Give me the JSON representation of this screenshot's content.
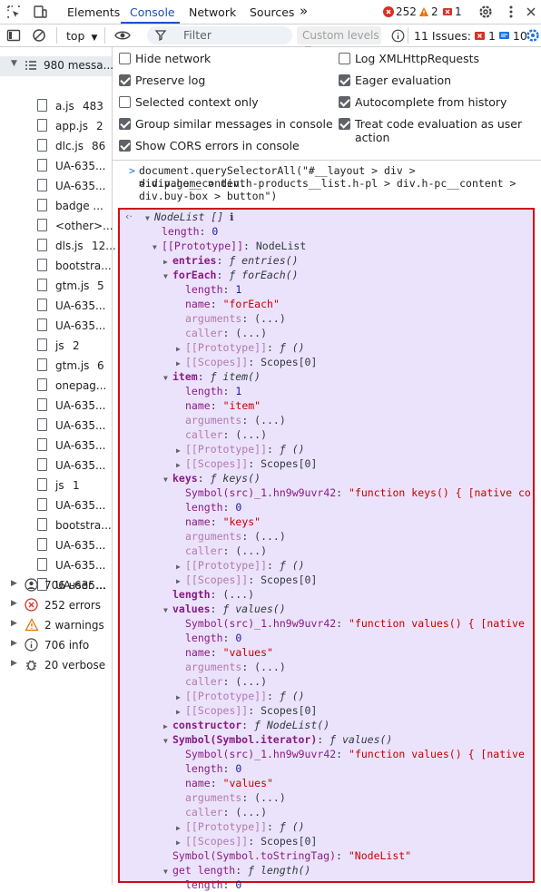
{
  "tabbar": {
    "tabs": [
      "Elements",
      "Console",
      "Network",
      "Sources"
    ],
    "more": "»",
    "errors_count": "252",
    "warnings_count": "2",
    "issues_count": "1"
  },
  "toolbar": {
    "context": "top",
    "filter_placeholder": "Filter",
    "levels": "Custom levels",
    "issues_label": "11 Issues:",
    "issue_errors": "1",
    "issue_msgs": "10"
  },
  "sidebar": {
    "root": "980 messa...",
    "files": [
      {
        "name": "a.js",
        "count": "483"
      },
      {
        "name": "app.js",
        "count": "2"
      },
      {
        "name": "dlc.js",
        "count": "86"
      },
      {
        "name": "UA-635...",
        "count": ""
      },
      {
        "name": "UA-635...",
        "count": ""
      },
      {
        "name": "badge ...",
        "count": ""
      },
      {
        "name": "<other>...",
        "count": ""
      },
      {
        "name": "dls.js",
        "count": "12..."
      },
      {
        "name": "bootstra...",
        "count": ""
      },
      {
        "name": "gtm.js",
        "count": "5"
      },
      {
        "name": "UA-635...",
        "count": ""
      },
      {
        "name": "UA-635...",
        "count": ""
      },
      {
        "name": "js",
        "count": "2"
      },
      {
        "name": "gtm.js",
        "count": "6"
      },
      {
        "name": "onepag...",
        "count": ""
      },
      {
        "name": "UA-635...",
        "count": ""
      },
      {
        "name": "UA-635...",
        "count": ""
      },
      {
        "name": "UA-635...",
        "count": ""
      },
      {
        "name": "UA-635...",
        "count": ""
      },
      {
        "name": "js",
        "count": "1"
      },
      {
        "name": "UA-635...",
        "count": ""
      },
      {
        "name": "bootstra...",
        "count": ""
      },
      {
        "name": "UA-635...",
        "count": ""
      },
      {
        "name": "UA-635...",
        "count": ""
      },
      {
        "name": "UA-635...",
        "count": ""
      }
    ],
    "groups": [
      {
        "label": "706 user ...",
        "icon": "user-icon"
      },
      {
        "label": "252 errors",
        "icon": "error-icon"
      },
      {
        "label": "2 warnings",
        "icon": "warning-icon"
      },
      {
        "label": "706 info",
        "icon": "info-icon"
      },
      {
        "label": "20 verbose",
        "icon": "bug-icon"
      }
    ]
  },
  "settings": {
    "left": [
      {
        "label": "Hide network",
        "checked": false
      },
      {
        "label": "Preserve log",
        "checked": true
      },
      {
        "label": "Selected context only",
        "checked": false
      },
      {
        "label": "Group similar messages in console",
        "checked": true
      },
      {
        "label": "Show CORS errors in console",
        "checked": true
      }
    ],
    "right": [
      {
        "label": "Log XMLHttpRequests",
        "checked": false
      },
      {
        "label": "Eager evaluation",
        "checked": true
      },
      {
        "label": "Autocomplete from history",
        "checked": true
      },
      {
        "label": "Treat code evaluation as user action",
        "checked": true
      }
    ]
  },
  "command": {
    "prompt": ">",
    "lines": [
      "document.querySelectorAll(\"#__layout > div > div.page__content",
      "> div.home > div.h-products__list.h-pl > div.h-pc__content >",
      "div.buy-box > button\")"
    ]
  },
  "result": {
    "return_arrow": "‹·",
    "lines": [
      {
        "indent": 0,
        "toggle": "open",
        "segs": [
          [
            "f",
            "NodeList [] "
          ],
          [
            "d",
            "ℹ"
          ]
        ]
      },
      {
        "indent": 1,
        "toggle": "",
        "segs": [
          [
            "k",
            "length"
          ],
          [
            "d",
            ": "
          ],
          [
            "n",
            "0"
          ]
        ]
      },
      {
        "indent": 1,
        "toggle": "open",
        "segs": [
          [
            "k",
            "[[Prototype]]"
          ],
          [
            "d",
            ": NodeList"
          ]
        ]
      },
      {
        "indent": 2,
        "toggle": "closed",
        "segs": [
          [
            "kb",
            "entries"
          ],
          [
            "d",
            ": "
          ],
          [
            "f",
            "ƒ entries()"
          ]
        ]
      },
      {
        "indent": 2,
        "toggle": "open",
        "segs": [
          [
            "kb",
            "forEach"
          ],
          [
            "d",
            ": "
          ],
          [
            "f",
            "ƒ forEach()"
          ]
        ]
      },
      {
        "indent": 3,
        "toggle": "",
        "segs": [
          [
            "k",
            "length"
          ],
          [
            "d",
            ": "
          ],
          [
            "n",
            "1"
          ]
        ]
      },
      {
        "indent": 3,
        "toggle": "",
        "segs": [
          [
            "k",
            "name"
          ],
          [
            "d",
            ": "
          ],
          [
            "s",
            "\"forEach\""
          ]
        ]
      },
      {
        "indent": 3,
        "toggle": "",
        "segs": [
          [
            "kd",
            "arguments"
          ],
          [
            "d",
            ": (...)"
          ]
        ]
      },
      {
        "indent": 3,
        "toggle": "",
        "segs": [
          [
            "kd",
            "caller"
          ],
          [
            "d",
            ": (...)"
          ]
        ]
      },
      {
        "indent": 3,
        "toggle": "closed",
        "segs": [
          [
            "kd",
            "[[Prototype]]"
          ],
          [
            "d",
            ": "
          ],
          [
            "f",
            "ƒ ()"
          ]
        ]
      },
      {
        "indent": 3,
        "toggle": "closed",
        "segs": [
          [
            "kd",
            "[[Scopes]]"
          ],
          [
            "d",
            ": Scopes[0]"
          ]
        ]
      },
      {
        "indent": 2,
        "toggle": "open",
        "segs": [
          [
            "kb",
            "item"
          ],
          [
            "d",
            ": "
          ],
          [
            "f",
            "ƒ item()"
          ]
        ]
      },
      {
        "indent": 3,
        "toggle": "",
        "segs": [
          [
            "k",
            "length"
          ],
          [
            "d",
            ": "
          ],
          [
            "n",
            "1"
          ]
        ]
      },
      {
        "indent": 3,
        "toggle": "",
        "segs": [
          [
            "k",
            "name"
          ],
          [
            "d",
            ": "
          ],
          [
            "s",
            "\"item\""
          ]
        ]
      },
      {
        "indent": 3,
        "toggle": "",
        "segs": [
          [
            "kd",
            "arguments"
          ],
          [
            "d",
            ": (...)"
          ]
        ]
      },
      {
        "indent": 3,
        "toggle": "",
        "segs": [
          [
            "kd",
            "caller"
          ],
          [
            "d",
            ": (...)"
          ]
        ]
      },
      {
        "indent": 3,
        "toggle": "closed",
        "segs": [
          [
            "kd",
            "[[Prototype]]"
          ],
          [
            "d",
            ": "
          ],
          [
            "f",
            "ƒ ()"
          ]
        ]
      },
      {
        "indent": 3,
        "toggle": "closed",
        "segs": [
          [
            "kd",
            "[[Scopes]]"
          ],
          [
            "d",
            ": Scopes[0]"
          ]
        ]
      },
      {
        "indent": 2,
        "toggle": "open",
        "segs": [
          [
            "kb",
            "keys"
          ],
          [
            "d",
            ": "
          ],
          [
            "f",
            "ƒ keys()"
          ]
        ]
      },
      {
        "indent": 3,
        "toggle": "",
        "segs": [
          [
            "k",
            "Symbol(src)_1.hn9w9uvr42"
          ],
          [
            "d",
            ": "
          ],
          [
            "s",
            "\"function keys() { [native co"
          ]
        ]
      },
      {
        "indent": 3,
        "toggle": "",
        "segs": [
          [
            "k",
            "length"
          ],
          [
            "d",
            ": "
          ],
          [
            "n",
            "0"
          ]
        ]
      },
      {
        "indent": 3,
        "toggle": "",
        "segs": [
          [
            "k",
            "name"
          ],
          [
            "d",
            ": "
          ],
          [
            "s",
            "\"keys\""
          ]
        ]
      },
      {
        "indent": 3,
        "toggle": "",
        "segs": [
          [
            "kd",
            "arguments"
          ],
          [
            "d",
            ": (...)"
          ]
        ]
      },
      {
        "indent": 3,
        "toggle": "",
        "segs": [
          [
            "kd",
            "caller"
          ],
          [
            "d",
            ": (...)"
          ]
        ]
      },
      {
        "indent": 3,
        "toggle": "closed",
        "segs": [
          [
            "kd",
            "[[Prototype]]"
          ],
          [
            "d",
            ": "
          ],
          [
            "f",
            "ƒ ()"
          ]
        ]
      },
      {
        "indent": 3,
        "toggle": "closed",
        "segs": [
          [
            "kd",
            "[[Scopes]]"
          ],
          [
            "d",
            ": Scopes[0]"
          ]
        ]
      },
      {
        "indent": 2,
        "toggle": "",
        "segs": [
          [
            "kb",
            "length"
          ],
          [
            "d",
            ": (...)"
          ]
        ]
      },
      {
        "indent": 2,
        "toggle": "open",
        "segs": [
          [
            "kb",
            "values"
          ],
          [
            "d",
            ": "
          ],
          [
            "f",
            "ƒ values()"
          ]
        ]
      },
      {
        "indent": 3,
        "toggle": "",
        "segs": [
          [
            "k",
            "Symbol(src)_1.hn9w9uvr42"
          ],
          [
            "d",
            ": "
          ],
          [
            "s",
            "\"function values() { [native"
          ]
        ]
      },
      {
        "indent": 3,
        "toggle": "",
        "segs": [
          [
            "k",
            "length"
          ],
          [
            "d",
            ": "
          ],
          [
            "n",
            "0"
          ]
        ]
      },
      {
        "indent": 3,
        "toggle": "",
        "segs": [
          [
            "k",
            "name"
          ],
          [
            "d",
            ": "
          ],
          [
            "s",
            "\"values\""
          ]
        ]
      },
      {
        "indent": 3,
        "toggle": "",
        "segs": [
          [
            "kd",
            "arguments"
          ],
          [
            "d",
            ": (...)"
          ]
        ]
      },
      {
        "indent": 3,
        "toggle": "",
        "segs": [
          [
            "kd",
            "caller"
          ],
          [
            "d",
            ": (...)"
          ]
        ]
      },
      {
        "indent": 3,
        "toggle": "closed",
        "segs": [
          [
            "kd",
            "[[Prototype]]"
          ],
          [
            "d",
            ": "
          ],
          [
            "f",
            "ƒ ()"
          ]
        ]
      },
      {
        "indent": 3,
        "toggle": "closed",
        "segs": [
          [
            "kd",
            "[[Scopes]]"
          ],
          [
            "d",
            ": Scopes[0]"
          ]
        ]
      },
      {
        "indent": 2,
        "toggle": "closed",
        "segs": [
          [
            "kb",
            "constructor"
          ],
          [
            "d",
            ": "
          ],
          [
            "f",
            "ƒ NodeList()"
          ]
        ]
      },
      {
        "indent": 2,
        "toggle": "open",
        "segs": [
          [
            "kb",
            "Symbol(Symbol.iterator)"
          ],
          [
            "d",
            ": "
          ],
          [
            "f",
            "ƒ values()"
          ]
        ]
      },
      {
        "indent": 3,
        "toggle": "",
        "segs": [
          [
            "k",
            "Symbol(src)_1.hn9w9uvr42"
          ],
          [
            "d",
            ": "
          ],
          [
            "s",
            "\"function values() { [native"
          ]
        ]
      },
      {
        "indent": 3,
        "toggle": "",
        "segs": [
          [
            "k",
            "length"
          ],
          [
            "d",
            ": "
          ],
          [
            "n",
            "0"
          ]
        ]
      },
      {
        "indent": 3,
        "toggle": "",
        "segs": [
          [
            "k",
            "name"
          ],
          [
            "d",
            ": "
          ],
          [
            "s",
            "\"values\""
          ]
        ]
      },
      {
        "indent": 3,
        "toggle": "",
        "segs": [
          [
            "kd",
            "arguments"
          ],
          [
            "d",
            ": (...)"
          ]
        ]
      },
      {
        "indent": 3,
        "toggle": "",
        "segs": [
          [
            "kd",
            "caller"
          ],
          [
            "d",
            ": (...)"
          ]
        ]
      },
      {
        "indent": 3,
        "toggle": "closed",
        "segs": [
          [
            "kd",
            "[[Prototype]]"
          ],
          [
            "d",
            ": "
          ],
          [
            "f",
            "ƒ ()"
          ]
        ]
      },
      {
        "indent": 3,
        "toggle": "closed",
        "segs": [
          [
            "kd",
            "[[Scopes]]"
          ],
          [
            "d",
            ": Scopes[0]"
          ]
        ]
      },
      {
        "indent": 2,
        "toggle": "",
        "segs": [
          [
            "k",
            "Symbol(Symbol.toStringTag)"
          ],
          [
            "d",
            ": "
          ],
          [
            "s",
            "\"NodeList\""
          ]
        ]
      },
      {
        "indent": 2,
        "toggle": "open",
        "segs": [
          [
            "k",
            "get length"
          ],
          [
            "d",
            ": "
          ],
          [
            "f",
            "ƒ length()"
          ]
        ]
      },
      {
        "indent": 3,
        "toggle": "",
        "segs": [
          [
            "k",
            "length"
          ],
          [
            "d",
            ": "
          ],
          [
            "n",
            "0"
          ]
        ]
      }
    ]
  },
  "colors": {
    "accent": "#0b57d0",
    "error": "#d93025",
    "warning": "#e8710a",
    "highlight_border": "#d10b1b",
    "highlight_bg": "#ebe3fb"
  }
}
